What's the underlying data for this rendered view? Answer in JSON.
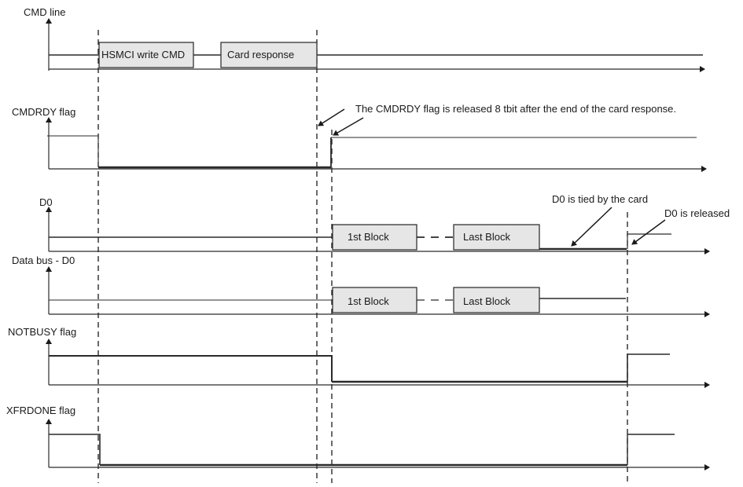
{
  "signals": {
    "cmd": {
      "label": "CMD line",
      "box1": "HSMCI write CMD",
      "box2": "Card response"
    },
    "cmdrdy": {
      "label": "CMDRDY flag"
    },
    "d0": {
      "label": "D0",
      "box1": "1st Block",
      "box2": "Last Block"
    },
    "databus": {
      "label": "Data bus - D0",
      "box1": "1st Block",
      "box2": "Last Block"
    },
    "notbusy": {
      "label": "NOTBUSY flag"
    },
    "xfrdone": {
      "label": "XFRDONE flag"
    }
  },
  "annotations": {
    "cmdrdy_release": "The CMDRDY flag is released 8 tbit after the end of the card response.",
    "d0_tied": "D0 is tied by the card",
    "d0_released": "D0 is released"
  },
  "colors": {
    "box_fill": "#e6e6e6",
    "line": "#2a2a2a"
  }
}
